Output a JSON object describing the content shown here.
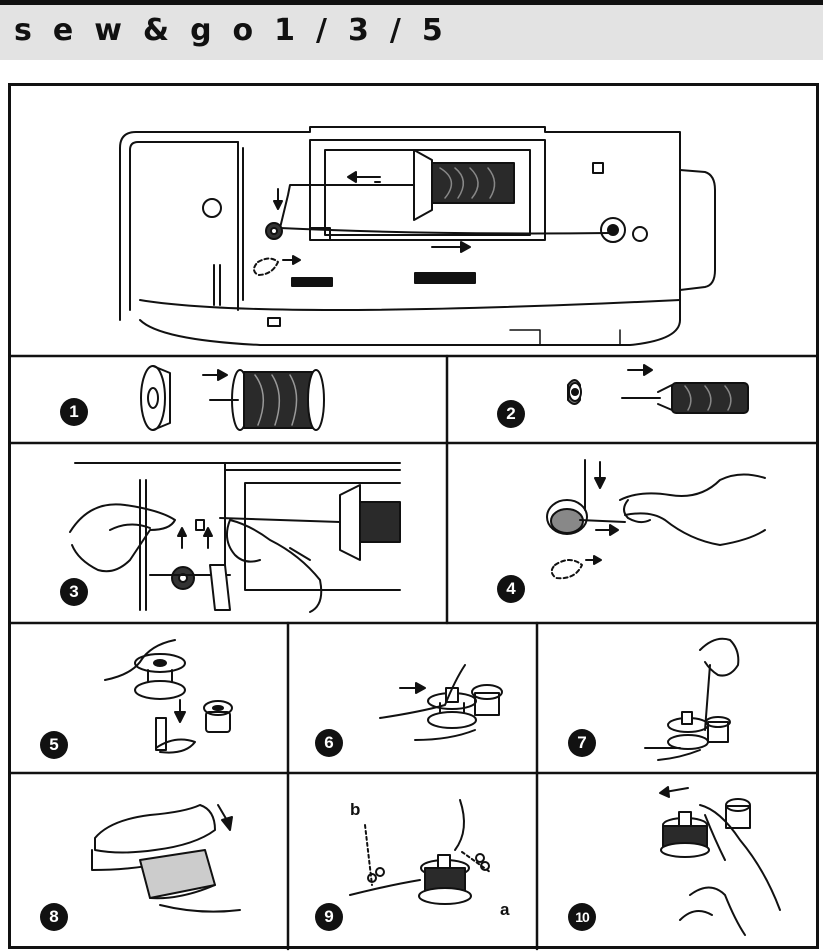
{
  "header": {
    "title": "sew&go1/3/5"
  },
  "steps": [
    {
      "number": "1"
    },
    {
      "number": "2"
    },
    {
      "number": "3"
    },
    {
      "number": "4"
    },
    {
      "number": "5"
    },
    {
      "number": "6"
    },
    {
      "number": "7"
    },
    {
      "number": "8"
    },
    {
      "number": "9"
    },
    {
      "number": "10"
    }
  ],
  "labels": {
    "a": "a",
    "b": "b"
  },
  "icons": [
    "spool-cap-icon",
    "thread-spool-icon",
    "arrow-icon",
    "hand-icon",
    "bobbin-icon",
    "foot-pedal-icon",
    "scissors-icon",
    "thread-guide-icon"
  ],
  "colors": {
    "ink": "#111111",
    "header_bg": "#e3e3e3",
    "thread": "#2a2a2a"
  }
}
